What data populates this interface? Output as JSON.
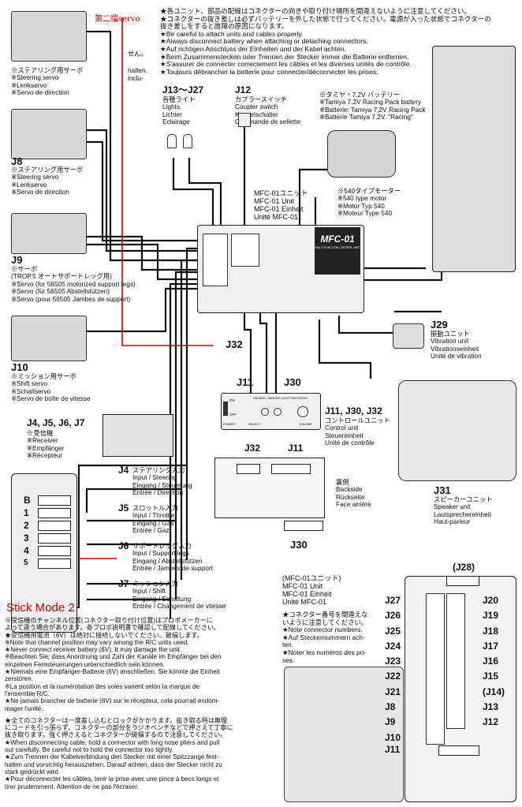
{
  "header_notes": [
    "★各ユニット、部品の配線はコネクターの向きや取り付け場所を間違えないように注意してください。",
    "★コネクターの抜き差しは必ずバッテリーを外した状態で行ってください。電源が入った状態でコネクターの",
    "抜き差しをすると故障の原因になります。",
    "★Be careful to attach units and cables properly.",
    "★Always disconnect battery when attaching or detaching connectors.",
    "★Auf richtigen Anschluss der Einheiten und der Kabel achten.",
    "★Beim Zusammenstecken oder Trennen der Stecker immer die Batterie entfernen.",
    "★S'assurer de connecter correctement les câbles et les diverses unités de contrôle.",
    "★Toujours débrancher la batterie pour connecter/déconnecter les prises."
  ],
  "handwritten": {
    "servo_note": "第二擋servo",
    "stick_mode": "Stick Mode 2"
  },
  "top_servo": {
    "frag1": "せん。",
    "frag2": "halten.",
    "frag3": "inclu-",
    "lines": [
      "※ステアリング用サーボ",
      "※Steering servo",
      "※Lenkservo",
      "※Servo de direction"
    ]
  },
  "j8": {
    "id": "J8",
    "lines": [
      "※ステアリング用サーボ",
      "※Steering servo",
      "※Lenkservo",
      "※Servo de direction"
    ]
  },
  "j9": {
    "id": "J9",
    "lines": [
      "※サーボ",
      "(TROP.5 オートサポートレッグ用)",
      "※Servo (for 56505 motorized support legs)",
      "※Servo (für 56505 Abstellstützen)",
      "※Servo (pour 56505 Jambes de support)"
    ]
  },
  "j10": {
    "id": "J10",
    "lines": [
      "※ミッション用サーボ",
      "※Shift servo",
      "※Schaltservo",
      "※Servo de boîte de vitesse"
    ]
  },
  "receiver": {
    "id": "J4, J5, J6, J7",
    "lines": [
      "※受信機",
      "※Receiver",
      "※Empfänger",
      "※Récepteur"
    ]
  },
  "j13": {
    "id": "J13～J27",
    "lines": [
      "各種ライト",
      "Lights",
      "Lichter",
      "Eclairage"
    ]
  },
  "j12": {
    "id": "J12",
    "lines": [
      "カプラースイッチ",
      "Coupler switch",
      "Koppelschalter",
      "Commande de sellette"
    ]
  },
  "battery": {
    "lines": [
      "※タミヤ・7.2V バッテリー",
      "※Tamiya 7.2V Racing Pack battery",
      "※Batterie: Tamiya 7,2V Racing Pack",
      "※Batterie Tamiya 7,2V. \"Racing\""
    ]
  },
  "motor": {
    "lines": [
      "※540タイプモーター",
      "※540 type motor",
      "※Motor Typ 540",
      "※Moteur Type 540"
    ]
  },
  "mfc_unit": {
    "lines": [
      "MFC-01ユニット",
      "MFC-01 Unit",
      "MFC-01 Einheit",
      "Unité MFC-01"
    ]
  },
  "mfc_logo": "MFC-01",
  "mfc_sub": "MULTI-FUNCTION CONTROL UNIT",
  "j29": {
    "id": "J29",
    "lines": [
      "振動ユニット",
      "Vibration unit",
      "Vibrationseinheit",
      "Unité de vibration"
    ]
  },
  "j32_label": "J32",
  "j11_label": "J11",
  "j30_label": "J30",
  "control": {
    "id": "J11, J30, J32",
    "lines": [
      "コントロールユニット",
      "Control unit",
      "Steuereinheit",
      "Unité de contrôle"
    ]
  },
  "panel": {
    "on": "ON",
    "off": "OFF",
    "power": "POWER",
    "hazard": "HAZARD / WINKER",
    "light": "LIGHT SWITCHING",
    "select": "SELECT",
    "volume": "VOLUME"
  },
  "backside": {
    "lines": [
      "裏側",
      "Backside",
      "Rückseite",
      "Face arrière"
    ]
  },
  "j31": {
    "id": "J31",
    "lines": [
      "スピーカーユニット",
      "Speaker unit",
      "Lautsprechereinheit",
      "Haut-parleur"
    ]
  },
  "rx_channels": [
    "B",
    "1",
    "2",
    "3",
    "4",
    "5"
  ],
  "j4": {
    "id": "J4",
    "lines": [
      "ステアリング入力",
      "Input / Steering",
      "Eingang / Steuerung",
      "Entrée / Direction"
    ]
  },
  "j5": {
    "id": "J5",
    "lines": [
      "スロットル入力",
      "Input / Throttle",
      "Eingang / Gas",
      "Entrée / Gaz"
    ]
  },
  "j6": {
    "id": "J6",
    "lines": [
      "サポートレッグ入力",
      "Input / Support legs",
      "Eingang / Abstellstützen",
      "Entrée / Jambes de support"
    ]
  },
  "j7": {
    "id": "J7",
    "lines": [
      "ミッション入力",
      "Input / Shift",
      "Eingang / Schaltung",
      "Entrée / Changement de vitesse"
    ]
  },
  "bottom_notes": [
    "※受信機のチャンネル位置(コネクター取り付け位置)はプロポメーカーに",
    "よって違う場合があります。各プロポ説明書で確認して配線してください。",
    "★受信機用電池（6V）は絶対に接続しないでください。破損します。",
    "※Note that channel position may vary among the R/C units used.",
    "★Never connect receiver battery (6V). It may damage the unit.",
    "※Beachten Sie, dass Anordnung und Zahl der Kanäle im Empfänger bei den",
    "einzelnen Fernsteuerungen unterschiedlich sein können.",
    "★Niemals eine Empfänger-Batterie (6V) anschließen. Sie könnte die Einheit",
    "zerstören.",
    "※La position et la numérotation des voies varient selon la marque de",
    "l'ensemble R/C.",
    "★Ne jamais brancher de batterie (6V) sur le récepteur, cela pourrait endom-",
    "mager l'unité.",
    "",
    "★全てのコネクターは一度差し込むとロックがかかります。抜き取る時は無理",
    "にコードを引っ張らず、コネクターの部分をラジオペンチなどで押さえて丁寧に",
    "抜き取ります。強く押さえるとコネクターが破損するので注意してください。",
    "★When disconnecting cable, hold a connector with long nose pliers and pull",
    "out carefully. Be careful not to hold the connector too tightly.",
    "★Zum Trennen der Kabelverbindung den Stecker mit einer Spitzzange fest-",
    "halten und vorsichtig herausziehen. Darauf achten, dass der Stecker nicht zu",
    "stark gedrückt wird.",
    "★Pour déconnecter les câbles, tenir la prise avec une pince à becs longs et",
    "tirer prudemment. Attention de ne pas l'écraser."
  ],
  "mfc_unit2": {
    "lines": [
      "(MFC-01ユニット)",
      "MFC-01 Unit",
      "MFC-01 Einheit",
      "Unité MFC-01"
    ]
  },
  "connector_notes": [
    "★コネクター番号を間違えな",
    "いように注意してください。",
    "★Note connector numbers.",
    "★Auf Steckernummern ach-",
    "ten.",
    "★Noter les numéros des pri-",
    "ses."
  ],
  "j28": "(J28)",
  "left_jacks": [
    "J27",
    "J26",
    "J25",
    "J24",
    "J23",
    "J22",
    "J21",
    "J8",
    "J9",
    "J10"
  ],
  "right_jacks": [
    "J20",
    "J19",
    "J18",
    "J17",
    "J16",
    "J15",
    "(J14)",
    "J13",
    "J12"
  ],
  "bottom_j11": "J11"
}
